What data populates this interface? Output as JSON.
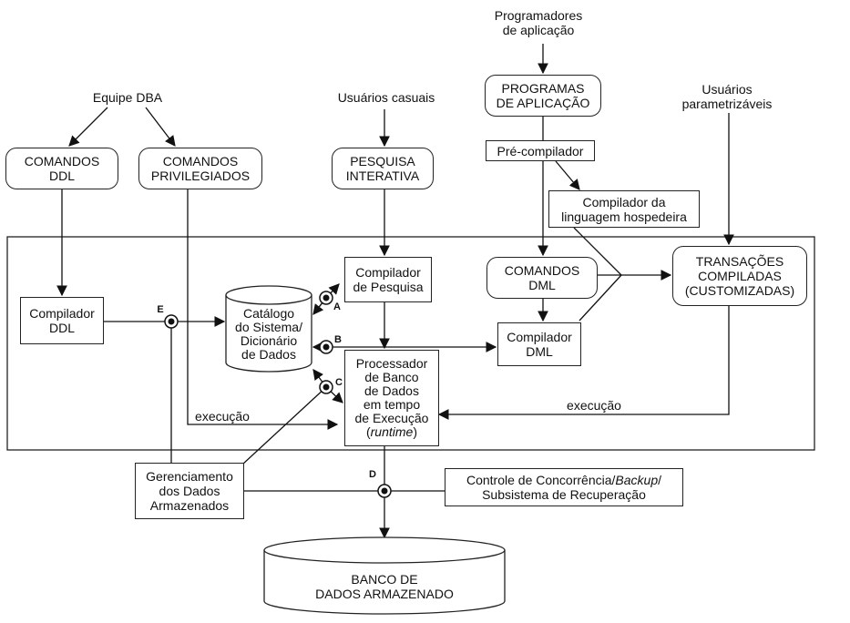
{
  "actors": {
    "dba": "Equipe DBA",
    "casual_users": "Usuários casuais",
    "app_programmers": [
      "Programadores",
      "de aplicação"
    ],
    "param_users": [
      "Usuários",
      "parametrizáveis"
    ]
  },
  "boxes": {
    "ddl_commands": [
      "COMANDOS",
      "DDL"
    ],
    "privileged_commands": [
      "COMANDOS",
      "PRIVILEGIADOS"
    ],
    "interactive_query": [
      "PESQUISA",
      "INTERATIVA"
    ],
    "app_programs": [
      "PROGRAMAS",
      "DE APLICAÇÃO"
    ],
    "precompiler": "Pré-compilador",
    "host_compiler": [
      "Compilador da",
      "linguagem hospedeira"
    ],
    "ddl_compiler": [
      "Compilador",
      "DDL"
    ],
    "catalog": [
      "Catálogo",
      "do Sistema/",
      "Dicionário",
      "de Dados"
    ],
    "query_compiler": [
      "Compilador",
      "de Pesquisa"
    ],
    "dml_commands": [
      "COMANDOS",
      "DML"
    ],
    "compiled_transactions": [
      "TRANSAÇÕES",
      "COMPILADAS",
      "(CUSTOMIZADAS)"
    ],
    "dml_compiler": [
      "Compilador",
      "DML"
    ],
    "runtime_processor": [
      "Processador",
      "de Banco",
      "de Dados",
      "em tempo",
      "de Execução",
      "runtime"
    ],
    "stored_data_manager": [
      "Gerenciamento",
      "dos Dados",
      "Armazenados"
    ],
    "concurrency_control": [
      "Controle de Concorrência/",
      "Backup",
      "/",
      "Subsistema de Recuperação"
    ],
    "stored_database": [
      "BANCO DE",
      "DADOS ARMAZENADO"
    ]
  },
  "edge_labels": {
    "execution_left": "execução",
    "execution_right": "execução"
  },
  "junction_labels": [
    "A",
    "B",
    "C",
    "D",
    "E"
  ]
}
